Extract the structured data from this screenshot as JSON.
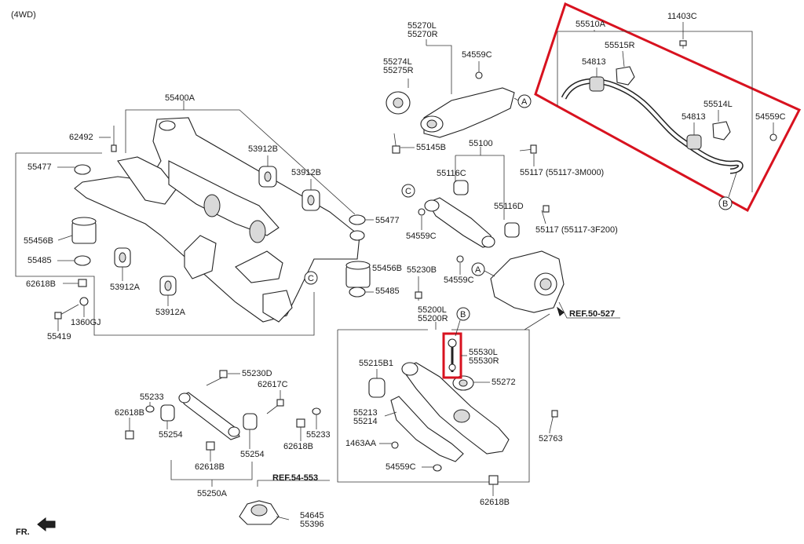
{
  "header": {
    "variant": "(4WD)"
  },
  "footer": {
    "front_label": "FR."
  },
  "callouts": [
    "A",
    "B",
    "C"
  ],
  "highlight_color": "#d8121f",
  "labels": {
    "p55400A": "55400A",
    "p62492": "62492",
    "p55477_left": "55477",
    "p55477_right": "55477",
    "p53912B_a": "53912B",
    "p53912B_b": "53912B",
    "p55456B_left": "55456B",
    "p55456B_right": "55456B",
    "p55485_left": "55485",
    "p55485_right": "55485",
    "p53912A_a": "53912A",
    "p53912A_b": "53912A",
    "p62618B_left": "62618B",
    "p1360GJ": "1360GJ",
    "p55419": "55419",
    "p55270": "55270L\n55270R",
    "p55274": "55274L\n55275R",
    "p54559C_top": "54559C",
    "p55145B": "55145B",
    "p55100": "55100",
    "p55116C": "55116C",
    "p55116D": "55116D",
    "p55117_a": "55117 (55117-3M000)",
    "p55117_b": "55117 (55117-3F200)",
    "p54559C_mid1": "54559C",
    "p54559C_mid2": "54559C",
    "p55230B": "55230B",
    "p55200": "55200L\n55200R",
    "pREF50": "REF.50-527",
    "p55510A": "55510A",
    "p11403C": "11403C",
    "p55515R": "55515R",
    "p54813_a": "54813",
    "p55514L": "55514L",
    "p54813_b": "54813",
    "p54559C_right": "54559C",
    "p55530": "55530L\n55530R",
    "p55272": "55272",
    "p55215B1": "55215B1",
    "p55213": "55213\n55214",
    "p1463AA": "1463AA",
    "p54559C_bottom": "54559C",
    "p52763": "52763",
    "p62618B_bottom": "62618B",
    "p55230D": "55230D",
    "p62617C": "62617C",
    "p55233_a": "55233",
    "p55233_b": "55233",
    "p62618B_a": "62618B",
    "p62618B_b": "62618B",
    "p62618B_c": "62618B",
    "p55254_a": "55254",
    "p55254_b": "55254",
    "p55250A": "55250A",
    "pREF54": "REF.54-553",
    "p54645": "54645\n55396"
  }
}
